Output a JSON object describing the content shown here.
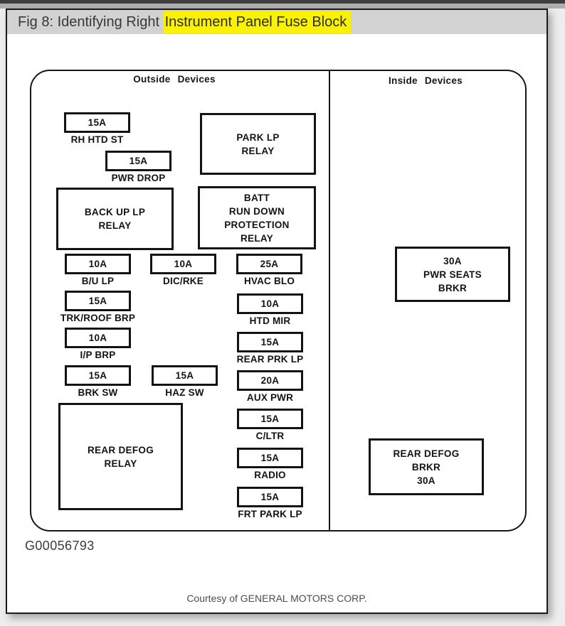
{
  "window": {
    "title_prefix": "Fig 8: Identifying Right ",
    "title_highlight": "Instrument Panel Fuse Block"
  },
  "diagram": {
    "outside_section_label": "Outside Devices",
    "inside_section_label": "Inside Devices",
    "fuses": [
      {
        "amp": "15A",
        "label": "RH HTD ST"
      },
      {
        "amp": "15A",
        "label": "PWR DROP"
      },
      {
        "amp": "10A",
        "label": "B/U LP"
      },
      {
        "amp": "10A",
        "label": "DIC/RKE"
      },
      {
        "amp": "25A",
        "label": "HVAC BLO"
      },
      {
        "amp": "15A",
        "label": "TRK/ROOF BRP"
      },
      {
        "amp": "10A",
        "label": "HTD MIR"
      },
      {
        "amp": "10A",
        "label": "I/P BRP"
      },
      {
        "amp": "15A",
        "label": "REAR PRK LP"
      },
      {
        "amp": "15A",
        "label": "BRK SW"
      },
      {
        "amp": "15A",
        "label": "HAZ SW"
      },
      {
        "amp": "20A",
        "label": "AUX PWR"
      },
      {
        "amp": "15A",
        "label": "C/LTR"
      },
      {
        "amp": "15A",
        "label": "RADIO"
      },
      {
        "amp": "15A",
        "label": "FRT PARK LP"
      }
    ],
    "relays": [
      {
        "text": "PARK LP\nRELAY"
      },
      {
        "text": "BATT\nRUN DOWN\nPROTECTION\nRELAY"
      },
      {
        "text": "BACK UP LP\nRELAY"
      },
      {
        "text": "REAR DEFOG\nRELAY"
      },
      {
        "text": "30A\nPWR SEATS\nBRKR"
      },
      {
        "text": "REAR DEFOG\nBRKR\n30A"
      }
    ]
  },
  "footer": {
    "figure_id": "G00056793",
    "courtesy": "Courtesy of GENERAL MOTORS CORP."
  },
  "colors": {
    "highlight": "#fbf200",
    "titlebar_bg": "#d2d2d2",
    "line": "#161616",
    "topbar": "#3e3e3e"
  }
}
